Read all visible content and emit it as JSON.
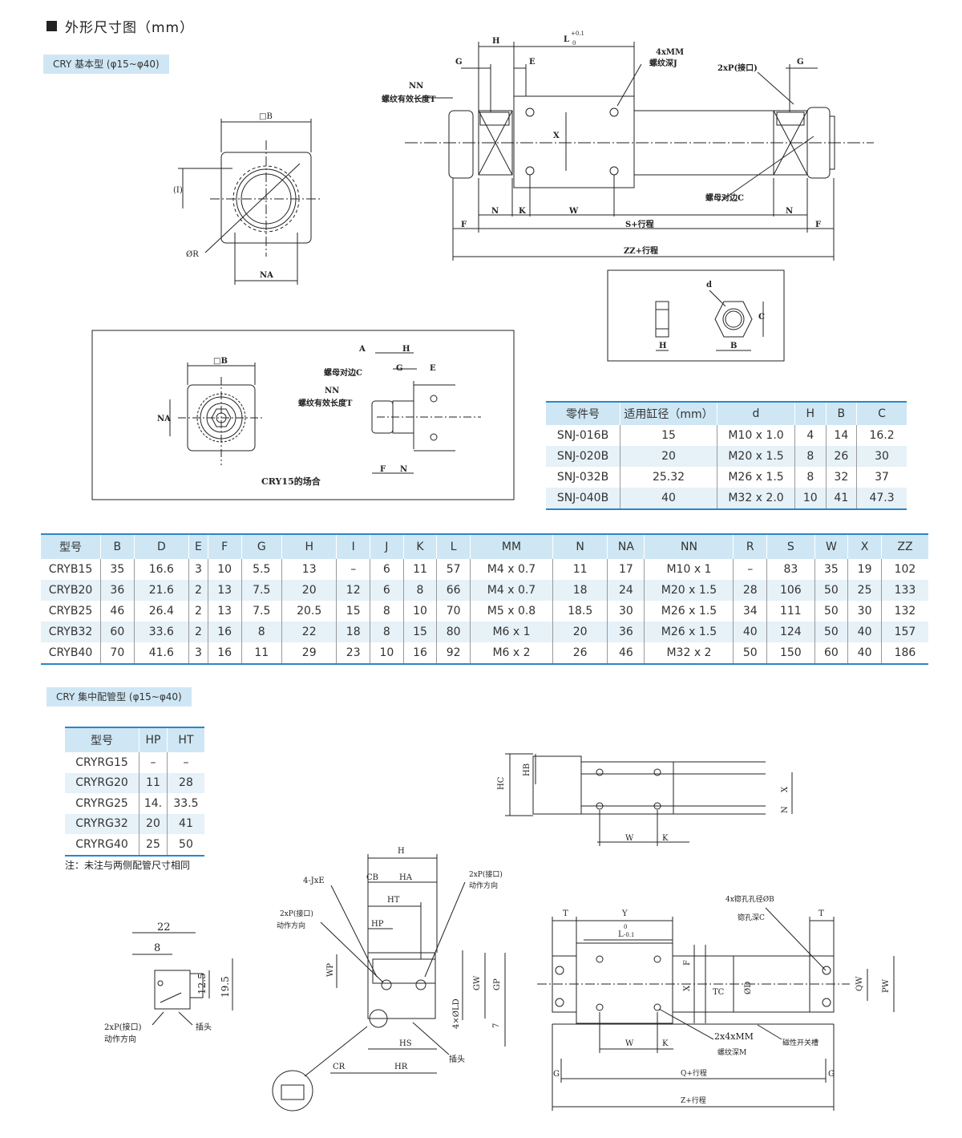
{
  "page": {
    "title": "外形尺寸图（mm）",
    "tag_basic": "CRY 基本型 (φ15~φ40)",
    "tag_piping": "CRY 集中配管型 (φ15~φ40)",
    "note": "注：未注与两侧配管尺寸相同"
  },
  "drawings": {
    "front_view": {
      "b": "□B",
      "i": "(I)",
      "r": "ØR",
      "na": "NA"
    },
    "side_view": {
      "h": "H",
      "l": "L",
      "l_tol": "+0.1",
      "l_tol2": "0",
      "g_left": "G",
      "e": "E",
      "mm": "4xMM",
      "mm2": "螺纹深J",
      "p": "2xP(接口)",
      "g_right": "G",
      "nn": "NN",
      "nn2": "螺纹有效长度T",
      "x": "X",
      "nut": "螺母对边C",
      "n_left": "N",
      "k": "K",
      "w": "W",
      "s": "S+行程",
      "n_right": "N",
      "f_left": "F",
      "f_right": "F",
      "zz": "ZZ+行程"
    },
    "nut_detail": {
      "d": "d",
      "c": "C",
      "h": "H",
      "b": "B"
    },
    "cry15": {
      "b": "□B",
      "na": "NA",
      "a": "A",
      "h": "H",
      "g": "G",
      "e": "E",
      "nut": "螺母对边C",
      "nn": "NN",
      "nn2": "螺纹有效长度T",
      "f": "F",
      "n": "N",
      "caption": "CRY15的场合"
    },
    "pipe_top": {
      "hc": "HC",
      "hb": "HB",
      "x": "X",
      "n": "N",
      "w": "W",
      "k": "K"
    },
    "pipe_small": {
      "d22": "22",
      "d8": "8",
      "d125": "12.5",
      "d195": "19.5",
      "p": "2xP(接口)",
      "p2": "动作方向",
      "plug": "插头"
    },
    "pipe_mid": {
      "h": "H",
      "je": "4-JxE",
      "cb": "CB",
      "ha": "HA",
      "ht": "HT",
      "hp": "HP",
      "p_left": "2xP(接口)",
      "p_left2": "动作方向",
      "p_right": "2xP(接口)",
      "p_right2": "动作方向",
      "wp": "WP",
      "gw": "GW",
      "gp": "GP",
      "ld": "4×ØLD",
      "seven": "7",
      "hs": "HS",
      "cr": "CR",
      "hr": "HR",
      "plug": "插头"
    },
    "pipe_right": {
      "t_left": "T",
      "y": "Y",
      "l": "L",
      "l_tol": "0",
      "l_tol2": "-0.1",
      "t_right": "T",
      "cb": "4x锪孔孔径ØB",
      "cc": "锪孔深C",
      "f": "F",
      "x": "X",
      "tc": "TC",
      "od": "ØD",
      "qw": "QW",
      "pw": "PW",
      "mm": "2x4xMM",
      "mm2": "螺纹深M",
      "slot": "磁性开关槽",
      "w": "W",
      "k": "K",
      "q": "Q+行程",
      "z": "Z+行程",
      "g_left": "G",
      "g_right": "G"
    }
  },
  "nut_table": {
    "headers": [
      "零件号",
      "适用缸径（mm）",
      "d",
      "H",
      "B",
      "C"
    ],
    "rows": [
      [
        "SNJ-016B",
        "15",
        "M10 x 1.0",
        "4",
        "14",
        "16.2"
      ],
      [
        "SNJ-020B",
        "20",
        "M20 x 1.5",
        "8",
        "26",
        "30"
      ],
      [
        "SNJ-032B",
        "25.32",
        "M26 x 1.5",
        "8",
        "32",
        "37"
      ],
      [
        "SNJ-040B",
        "40",
        "M32 x 2.0",
        "10",
        "41",
        "47.3"
      ]
    ]
  },
  "main_table": {
    "headers": [
      "型号",
      "B",
      "D",
      "E",
      "F",
      "G",
      "H",
      "I",
      "J",
      "K",
      "L",
      "MM",
      "N",
      "NA",
      "NN",
      "R",
      "S",
      "W",
      "X",
      "ZZ"
    ],
    "rows": [
      [
        "CRYB15",
        "35",
        "16.6",
        "3",
        "10",
        "5.5",
        "13",
        "–",
        "6",
        "11",
        "57",
        "M4 x 0.7",
        "11",
        "17",
        "M10 x 1",
        "–",
        "83",
        "35",
        "19",
        "102"
      ],
      [
        "CRYB20",
        "36",
        "21.6",
        "2",
        "13",
        "7.5",
        "20",
        "12",
        "6",
        "8",
        "66",
        "M4 x 0.7",
        "18",
        "24",
        "M20 x 1.5",
        "28",
        "106",
        "50",
        "25",
        "133"
      ],
      [
        "CRYB25",
        "46",
        "26.4",
        "2",
        "13",
        "7.5",
        "20.5",
        "15",
        "8",
        "10",
        "70",
        "M5 x 0.8",
        "18.5",
        "30",
        "M26 x 1.5",
        "34",
        "111",
        "50",
        "30",
        "132"
      ],
      [
        "CRYB32",
        "60",
        "33.6",
        "2",
        "16",
        "8",
        "22",
        "18",
        "8",
        "15",
        "80",
        "M6 x 1",
        "20",
        "36",
        "M26 x 1.5",
        "40",
        "124",
        "50",
        "40",
        "157"
      ],
      [
        "CRYB40",
        "70",
        "41.6",
        "3",
        "16",
        "11",
        "29",
        "23",
        "10",
        "16",
        "92",
        "M6 x 2",
        "26",
        "46",
        "M32 x 2",
        "50",
        "150",
        "60",
        "40",
        "186"
      ]
    ]
  },
  "rg_table": {
    "headers": [
      "型号",
      "HP",
      "HT"
    ],
    "rows": [
      [
        "CRYRG15",
        "–",
        "–"
      ],
      [
        "CRYRG20",
        "11",
        "28"
      ],
      [
        "CRYRG25",
        "14.",
        "33.5"
      ],
      [
        "CRYRG32",
        "20",
        "41"
      ],
      [
        "CRYRG40",
        "25",
        "50"
      ]
    ]
  }
}
